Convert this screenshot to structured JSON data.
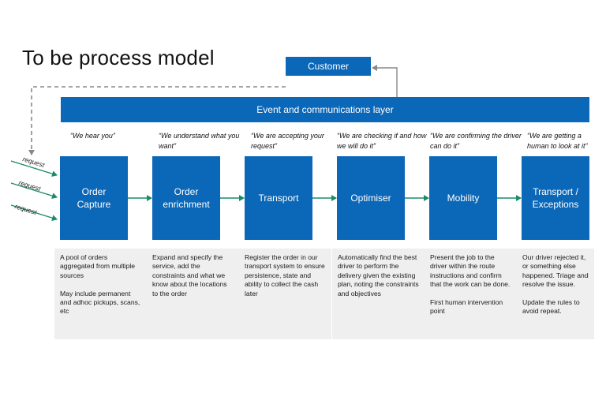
{
  "title": "To be process model",
  "customer": "Customer",
  "event_layer": "Event and communications layer",
  "request_label": "request",
  "stages": [
    {
      "name": "Order\nCapture",
      "quote": "“We hear you”",
      "description": "A pool of orders aggregated from multiple sources\n\nMay include permanent and adhoc pickups, scans, etc"
    },
    {
      "name": "Order\nenrichment",
      "quote": "“We understand what you want”",
      "description": "Expand and specify the service, add the constraints and what we know about the locations to the order"
    },
    {
      "name": "Transport",
      "quote": "“We are accepting your request”",
      "description": "Register the order in our transport system to ensure persistence, state and ability to collect the cash later"
    },
    {
      "name": "Optimiser",
      "quote": "“We are checking if and how we will do it”",
      "description": "Automatically find the best driver to perform the delivery given the existing plan, noting the constraints and objectives"
    },
    {
      "name": "Mobility",
      "quote": "“We are confirming the driver can do it”",
      "description": "Present the job to the driver within the route instructions and confirm that the work can be done.\n\nFirst human intervention point"
    },
    {
      "name": "Transport /\nExceptions",
      "quote": "“We are getting a human to look at it”",
      "description": "Our driver rejected it, or something else happened. Triage and resolve the issue.\n\nUpdate the rules to avoid repeat."
    }
  ],
  "colors": {
    "box_blue": "#0b67b8",
    "arrow_green": "#1a8a6a",
    "desc_gray": "#efefef",
    "dashed_gray": "#888888"
  }
}
